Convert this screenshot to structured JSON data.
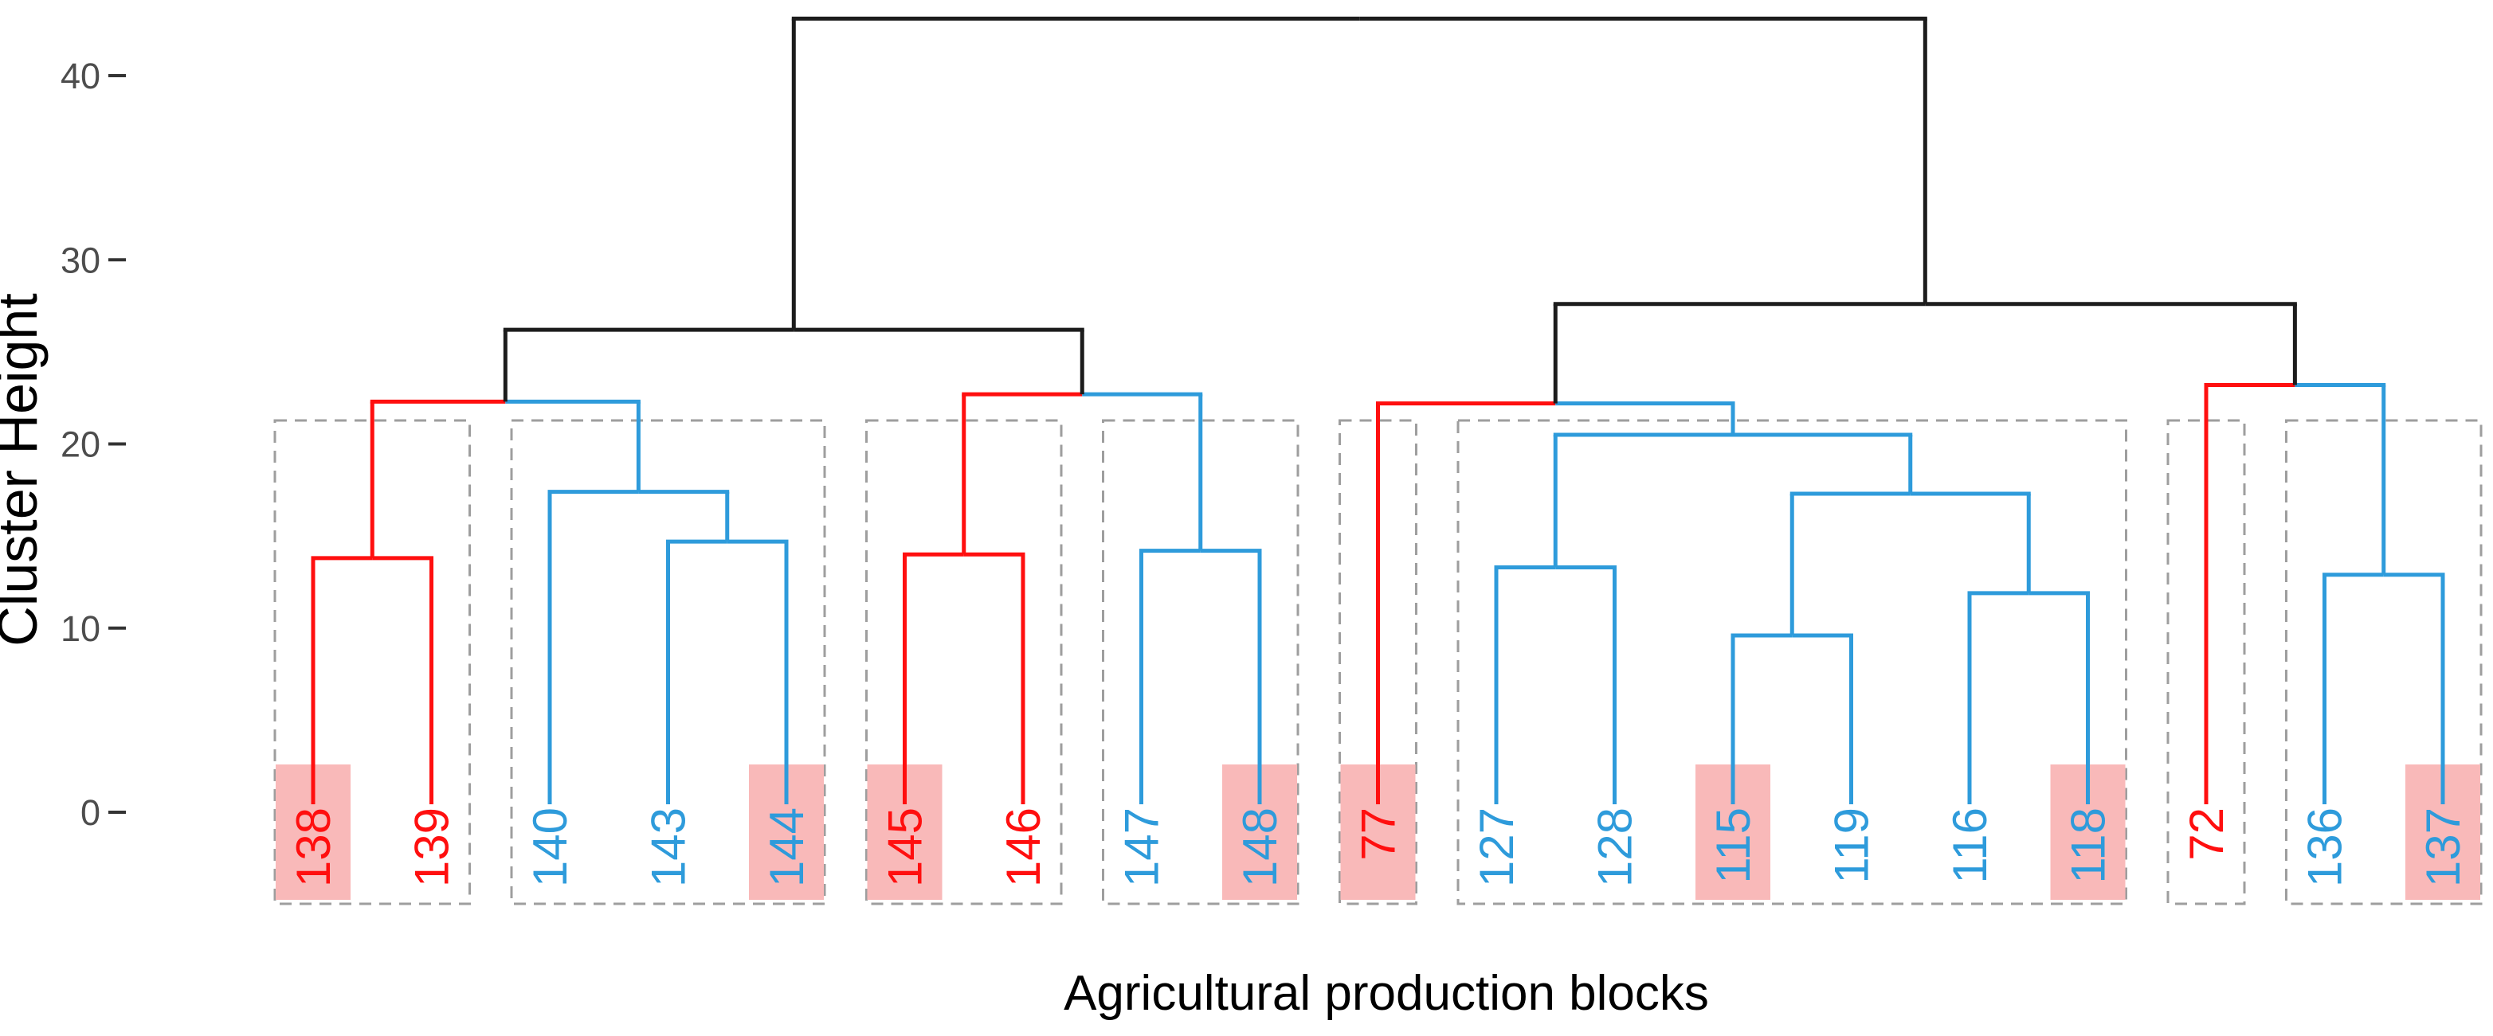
{
  "figure": {
    "background": "#FFFFFF"
  },
  "colors": {
    "red": "#FF0F0F",
    "blue": "#2E9BDB",
    "black": "#1C1C1C",
    "box_dash": "#9E9E9E",
    "highlight_fill": "#F9B9B9",
    "tick_text": "#4D4D4D",
    "tick_mark": "#333333",
    "axis_title": "#000000"
  },
  "axes": {
    "y": {
      "title": "Cluster Height",
      "tick_labels": [
        "40",
        "30",
        "20",
        "10",
        "0"
      ],
      "tick_values": [
        40,
        30,
        20,
        10,
        0
      ]
    },
    "x": {
      "title": "Agricultural production blocks"
    }
  },
  "chart_data": {
    "type": "dendrogram",
    "title": "",
    "xlabel": "Agricultural production blocks",
    "ylabel": "Cluster Height",
    "ylim": [
      0,
      43.5
    ],
    "yticks": [
      0,
      10,
      20,
      30,
      40
    ],
    "grid": false,
    "leaf_order": [
      "138",
      "139",
      "140",
      "143",
      "144",
      "145",
      "146",
      "147",
      "148",
      "77",
      "127",
      "128",
      "115",
      "119",
      "116",
      "118",
      "72",
      "136",
      "137"
    ],
    "leaves": [
      {
        "label": "138",
        "color": "red",
        "highlighted": true
      },
      {
        "label": "139",
        "color": "red",
        "highlighted": false
      },
      {
        "label": "140",
        "color": "blue",
        "highlighted": false
      },
      {
        "label": "143",
        "color": "blue",
        "highlighted": false
      },
      {
        "label": "144",
        "color": "blue",
        "highlighted": true
      },
      {
        "label": "145",
        "color": "red",
        "highlighted": true
      },
      {
        "label": "146",
        "color": "red",
        "highlighted": false
      },
      {
        "label": "147",
        "color": "blue",
        "highlighted": false
      },
      {
        "label": "148",
        "color": "blue",
        "highlighted": true
      },
      {
        "label": "77",
        "color": "red",
        "highlighted": true
      },
      {
        "label": "127",
        "color": "blue",
        "highlighted": false
      },
      {
        "label": "128",
        "color": "blue",
        "highlighted": false
      },
      {
        "label": "115",
        "color": "blue",
        "highlighted": true
      },
      {
        "label": "119",
        "color": "blue",
        "highlighted": false
      },
      {
        "label": "116",
        "color": "blue",
        "highlighted": false
      },
      {
        "label": "118",
        "color": "blue",
        "highlighted": true
      },
      {
        "label": "72",
        "color": "red",
        "highlighted": false
      },
      {
        "label": "136",
        "color": "blue",
        "highlighted": false
      },
      {
        "label": "137",
        "color": "blue",
        "highlighted": true
      }
    ],
    "merges": [
      {
        "id": "m1",
        "left": "138",
        "right": "139",
        "height": 13.8,
        "left_color": "red",
        "right_color": "red"
      },
      {
        "id": "m2",
        "left": "143",
        "right": "144",
        "height": 14.7,
        "left_color": "blue",
        "right_color": "blue"
      },
      {
        "id": "m3",
        "left": "140",
        "right": "m2",
        "height": 17.4,
        "left_color": "blue",
        "right_color": "blue"
      },
      {
        "id": "m4",
        "left": "m1",
        "right": "m3",
        "height": 22.3,
        "left_color": "red",
        "right_color": "blue"
      },
      {
        "id": "m5",
        "left": "145",
        "right": "146",
        "height": 14.0,
        "left_color": "red",
        "right_color": "red"
      },
      {
        "id": "m6",
        "left": "147",
        "right": "148",
        "height": 14.2,
        "left_color": "blue",
        "right_color": "blue"
      },
      {
        "id": "m7",
        "left": "m5",
        "right": "m6",
        "height": 22.7,
        "left_color": "red",
        "right_color": "blue"
      },
      {
        "id": "m8",
        "left": "m4",
        "right": "m7",
        "height": 26.2,
        "left_color": "black",
        "right_color": "black"
      },
      {
        "id": "m9",
        "left": "115",
        "right": "119",
        "height": 9.6,
        "left_color": "blue",
        "right_color": "blue"
      },
      {
        "id": "m10",
        "left": "116",
        "right": "118",
        "height": 11.9,
        "left_color": "blue",
        "right_color": "blue"
      },
      {
        "id": "m11",
        "left": "m9",
        "right": "m10",
        "height": 17.3,
        "left_color": "blue",
        "right_color": "blue"
      },
      {
        "id": "m12",
        "left": "127",
        "right": "128",
        "height": 13.3,
        "left_color": "blue",
        "right_color": "blue"
      },
      {
        "id": "m13",
        "left": "m12",
        "right": "m11",
        "height": 20.5,
        "left_color": "blue",
        "right_color": "blue"
      },
      {
        "id": "m14",
        "left": "77",
        "right": "m13",
        "height": 22.2,
        "left_color": "red",
        "right_color": "blue"
      },
      {
        "id": "m15",
        "left": "136",
        "right": "137",
        "height": 12.9,
        "left_color": "blue",
        "right_color": "blue"
      },
      {
        "id": "m16",
        "left": "72",
        "right": "m15",
        "height": 23.2,
        "left_color": "red",
        "right_color": "blue"
      },
      {
        "id": "m17",
        "left": "m14",
        "right": "m16",
        "height": 27.6,
        "left_color": "black",
        "right_color": "black"
      },
      {
        "id": "m18",
        "left": "m8",
        "right": "m17",
        "height": 43.1,
        "left_color": "black",
        "right_color": "black"
      }
    ],
    "cluster_boxes": [
      {
        "leaves": [
          "138",
          "139"
        ]
      },
      {
        "leaves": [
          "140",
          "143",
          "144"
        ]
      },
      {
        "leaves": [
          "145",
          "146"
        ]
      },
      {
        "leaves": [
          "147",
          "148"
        ]
      },
      {
        "leaves": [
          "77"
        ]
      },
      {
        "leaves": [
          "127",
          "128",
          "115",
          "119",
          "116",
          "118"
        ]
      },
      {
        "leaves": [
          "72"
        ]
      },
      {
        "leaves": [
          "136",
          "137"
        ]
      }
    ],
    "highlighted_leaves": [
      "138",
      "144",
      "145",
      "148",
      "77",
      "115",
      "118",
      "137"
    ]
  }
}
